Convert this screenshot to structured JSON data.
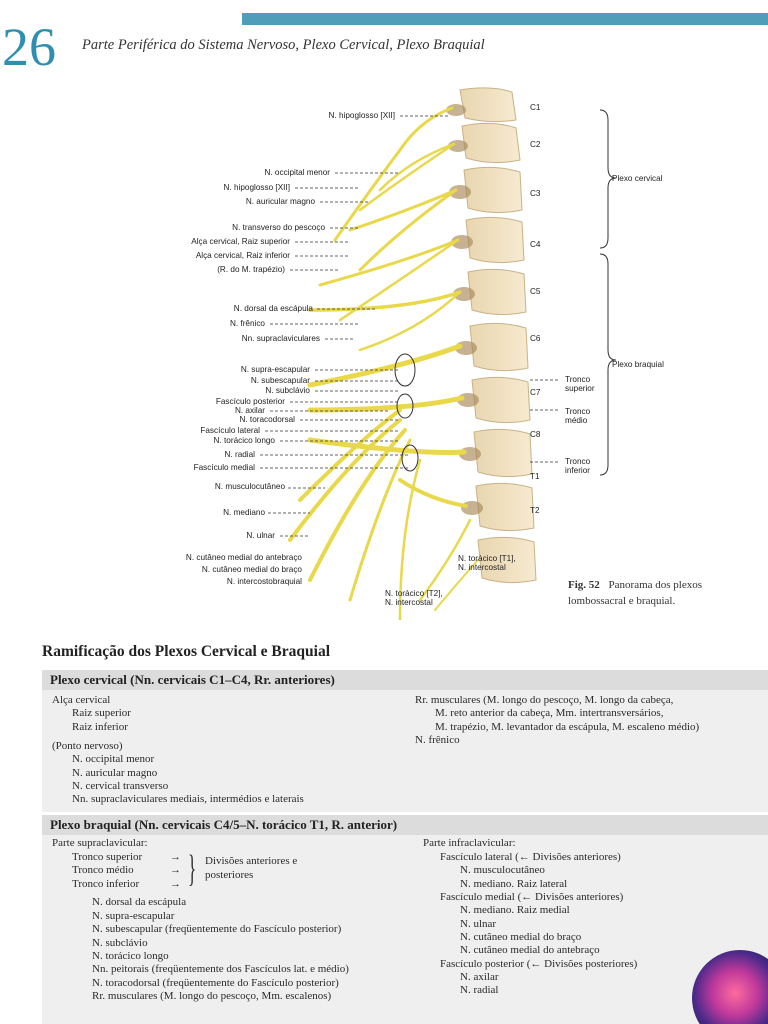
{
  "header": {
    "page_number": "26",
    "title": "Parte Periférica do Sistema Nervoso, Plexo Cervical, Plexo Braquial",
    "accent_color": "#4f9db8"
  },
  "figure": {
    "vertebra_labels": [
      "C1",
      "C2",
      "C3",
      "C4",
      "C5",
      "C6",
      "C7",
      "C8",
      "T1",
      "T2"
    ],
    "brace_labels": [
      "Plexo cervical",
      "Plexo braquial"
    ],
    "trunk_labels": [
      {
        "line1": "Tronco",
        "line2": "superior"
      },
      {
        "line1": "Tronco",
        "line2": "médio"
      },
      {
        "line1": "Tronco",
        "line2": "inferior"
      }
    ],
    "left_labels": [
      "N. hipoglosso [XII]",
      "N. occipital menor",
      "N. hipoglosso [XII]",
      "N. auricular magno",
      "N. transverso do pescoço",
      "Alça cervical, Raiz superior",
      "Alça cervical, Raiz inferior",
      "(R. do M. trapézio)",
      "N. dorsal da escápula",
      "N. frênico",
      "Nn. supraclaviculares",
      "N. supra-escapular",
      "N. subescapular",
      "N. subclávio",
      "Fascículo posterior",
      "N. axilar",
      "N. toracodorsal",
      "Fascículo lateral",
      "N. torácico longo",
      "N. radial",
      "Fascículo medial",
      "N. musculocutâneo",
      "N. mediano",
      "N. ulnar",
      "N. cutâneo medial do antebraço",
      "N. cutâneo medial do braço",
      "N. intercostobraquial"
    ],
    "bottom_labels": [
      {
        "line1": "N. torácico [T2],",
        "line2": "N. intercostal"
      },
      {
        "line1": "N. torácico [T1],",
        "line2": "N. intercostal"
      }
    ],
    "caption": {
      "fig": "Fig. 52",
      "text": "Panorama dos plexos lombossacral e braquial."
    }
  },
  "section": {
    "title": "Ramificação dos Plexos Cervical e Braquial",
    "cervical": {
      "heading": "Plexo cervical (Nn. cervicais C1–C4, Rr. anteriores)",
      "left": [
        "Alça cervical",
        "Raiz superior",
        "Raiz inferior",
        "(Ponto nervoso)",
        "N. occipital menor",
        "N. auricular magno",
        "N. cervical transverso",
        "Nn. supraclaviculares mediais, intermédios e laterais"
      ],
      "right": [
        "Rr. musculares (M. longo do pescoço, M. longo da cabeça,",
        "M. reto anterior da cabeça, Mm. intertransversários,",
        "M. trapézio, M. levantador da escápula, M. escaleno médio)",
        "N. frênico"
      ]
    },
    "brachial": {
      "heading": "Plexo braquial (Nn. cervicais C4/5–N. torácico T1, R. anterior)",
      "supra_title": "Parte supraclavicular:",
      "trunks": [
        "Tronco superior",
        "Tronco médio",
        "Tronco inferior"
      ],
      "divisions": [
        "Divisões anteriores e",
        "posteriores"
      ],
      "supra_nerves": [
        "N. dorsal da escápula",
        "N. supra-escapular",
        "N. subescapular (freqüentemente do Fascículo posterior)",
        "N. subclávio",
        "N. torácico longo",
        "Nn. peitorais (freqüentemente dos Fascículos lat. e médio)",
        "N. toracodorsal (freqüentemente do Fascículo posterior)",
        "Rr. musculares (M. longo do pescoço, Mm. escalenos)"
      ],
      "infra_title": "Parte infraclavicular:",
      "infra": [
        {
          "text": "Fascículo lateral (← Divisões anteriores)",
          "level": 1
        },
        {
          "text": "N. musculocutâneo",
          "level": 2
        },
        {
          "text": "N. mediano. Raiz lateral",
          "level": 2
        },
        {
          "text": "Fascículo medial (← Divisões anteriores)",
          "level": 1
        },
        {
          "text": "N. mediano. Raiz medial",
          "level": 2
        },
        {
          "text": "N. ulnar",
          "level": 2
        },
        {
          "text": "N. cutâneo medial do braço",
          "level": 2
        },
        {
          "text": "N. cutâneo medial do antebraço",
          "level": 2
        },
        {
          "text": "Fascículo posterior (← Divisões posteriores)",
          "level": 1
        },
        {
          "text": "N. axilar",
          "level": 2
        },
        {
          "text": "N. radial",
          "level": 2
        }
      ]
    }
  }
}
